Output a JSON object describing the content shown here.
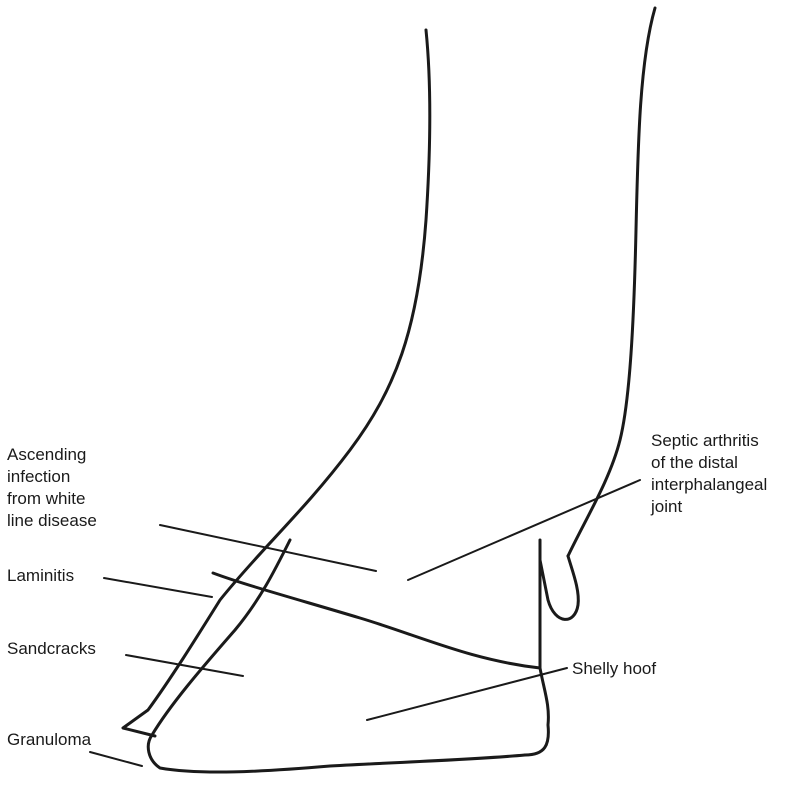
{
  "labels": {
    "ascending_infection": [
      "Ascending",
      "infection",
      "from white",
      "line disease"
    ],
    "septic_arthritis": [
      "Septic arthritis",
      "of the distal",
      "interphalangeal",
      "joint"
    ],
    "laminitis": "Laminitis",
    "sandcracks": "Sandcracks",
    "granuloma": "Granuloma",
    "shelly_hoof": "Shelly hoof"
  }
}
